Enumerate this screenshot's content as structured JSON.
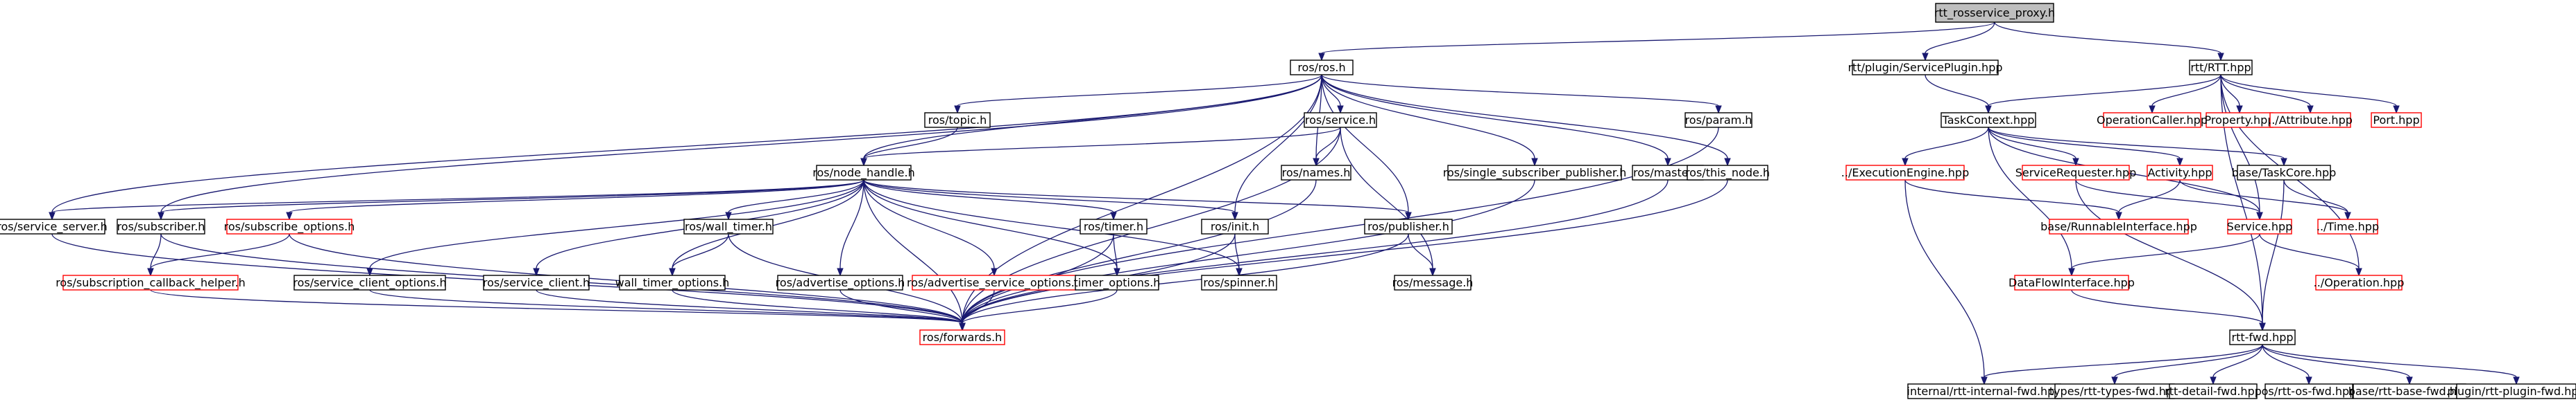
{
  "diagram": {
    "type": "include-dependency-graph",
    "colors": {
      "edge": "#191970",
      "root_fill": "#bfbfbf",
      "default_border": "#000000",
      "missing_border": "#ff0000",
      "label": "#000000"
    },
    "nodes": [
      {
        "id": "root",
        "label": "rtt_rosservice_proxy.h",
        "style": "root"
      },
      {
        "id": "ros_h",
        "label": "ros/ros.h",
        "style": "black"
      },
      {
        "id": "service_plugin",
        "label": "rtt/plugin/ServicePlugin.hpp",
        "style": "black"
      },
      {
        "id": "rtt_hpp",
        "label": "rtt/RTT.hpp",
        "style": "black"
      },
      {
        "id": "topic_h",
        "label": "ros/topic.h",
        "style": "black"
      },
      {
        "id": "service_h",
        "label": "ros/service.h",
        "style": "black"
      },
      {
        "id": "param_h",
        "label": "ros/param.h",
        "style": "black"
      },
      {
        "id": "node_handle",
        "label": "ros/node_handle.h",
        "style": "black"
      },
      {
        "id": "names_h",
        "label": "ros/names.h",
        "style": "black"
      },
      {
        "id": "single_pub",
        "label": "ros/single_subscriber_publisher.h",
        "style": "black"
      },
      {
        "id": "master_h",
        "label": "ros/master.h",
        "style": "black"
      },
      {
        "id": "this_node",
        "label": "ros/this_node.h",
        "style": "black"
      },
      {
        "id": "service_server",
        "label": "ros/service_server.h",
        "style": "black"
      },
      {
        "id": "subscriber",
        "label": "ros/subscriber.h",
        "style": "black"
      },
      {
        "id": "subscribe_opts",
        "label": "ros/subscribe_options.h",
        "style": "red"
      },
      {
        "id": "wall_timer",
        "label": "ros/wall_timer.h",
        "style": "black"
      },
      {
        "id": "timer_h",
        "label": "ros/timer.h",
        "style": "black"
      },
      {
        "id": "init_h",
        "label": "ros/init.h",
        "style": "black"
      },
      {
        "id": "publisher",
        "label": "ros/publisher.h",
        "style": "black"
      },
      {
        "id": "sub_cb_helper",
        "label": "ros/subscription_callback_helper.h",
        "style": "red"
      },
      {
        "id": "svc_client_opts",
        "label": "ros/service_client_options.h",
        "style": "black"
      },
      {
        "id": "svc_client",
        "label": "ros/service_client.h",
        "style": "black"
      },
      {
        "id": "wall_timer_opts",
        "label": "wall_timer_options.h",
        "style": "black"
      },
      {
        "id": "adv_opts",
        "label": "ros/advertise_options.h",
        "style": "black"
      },
      {
        "id": "adv_svc_opts",
        "label": "ros/advertise_service_options.h",
        "style": "red"
      },
      {
        "id": "timer_opts",
        "label": "timer_options.h",
        "style": "black"
      },
      {
        "id": "spinner",
        "label": "ros/spinner.h",
        "style": "black"
      },
      {
        "id": "message_h",
        "label": "ros/message.h",
        "style": "black"
      },
      {
        "id": "forwards",
        "label": "ros/forwards.h",
        "style": "red"
      },
      {
        "id": "task_context",
        "label": "TaskContext.hpp",
        "style": "black"
      },
      {
        "id": "op_caller",
        "label": "OperationCaller.hpp",
        "style": "red"
      },
      {
        "id": "property",
        "label": "Property.hpp",
        "style": "red"
      },
      {
        "id": "attribute",
        "label": "../Attribute.hpp",
        "style": "red"
      },
      {
        "id": "port",
        "label": "Port.hpp",
        "style": "red"
      },
      {
        "id": "exec_engine",
        "label": "../ExecutionEngine.hpp",
        "style": "red"
      },
      {
        "id": "svc_requester",
        "label": "ServiceRequester.hpp",
        "style": "red"
      },
      {
        "id": "activity",
        "label": "Activity.hpp",
        "style": "red"
      },
      {
        "id": "task_core",
        "label": "base/TaskCore.hpp",
        "style": "black"
      },
      {
        "id": "runnable",
        "label": "base/RunnableInterface.hpp",
        "style": "red"
      },
      {
        "id": "service_hpp",
        "label": "Service.hpp",
        "style": "red"
      },
      {
        "id": "time_hpp",
        "label": "../Time.hpp",
        "style": "red"
      },
      {
        "id": "dataflow",
        "label": "DataFlowInterface.hpp",
        "style": "red"
      },
      {
        "id": "operation",
        "label": "../Operation.hpp",
        "style": "red"
      },
      {
        "id": "rtt_fwd",
        "label": "rtt-fwd.hpp",
        "style": "black"
      },
      {
        "id": "internal_fwd",
        "label": "internal/rtt-internal-fwd.hpp",
        "style": "black"
      },
      {
        "id": "types_fwd",
        "label": "types/rtt-types-fwd.hpp",
        "style": "black"
      },
      {
        "id": "detail_fwd",
        "label": "rtt-detail-fwd.hpp",
        "style": "black"
      },
      {
        "id": "os_fwd",
        "label": "os/rtt-os-fwd.hpp",
        "style": "black"
      },
      {
        "id": "base_fwd",
        "label": "base/rtt-base-fwd.hpp",
        "style": "black"
      },
      {
        "id": "plugin_fwd",
        "label": "plugin/rtt-plugin-fwd.hpp",
        "style": "black"
      }
    ],
    "edges": [
      [
        "root",
        "ros_h"
      ],
      [
        "root",
        "service_plugin"
      ],
      [
        "root",
        "rtt_hpp"
      ],
      [
        "ros_h",
        "topic_h"
      ],
      [
        "ros_h",
        "service_h"
      ],
      [
        "ros_h",
        "param_h"
      ],
      [
        "ros_h",
        "node_handle"
      ],
      [
        "ros_h",
        "names_h"
      ],
      [
        "ros_h",
        "single_pub"
      ],
      [
        "ros_h",
        "master_h"
      ],
      [
        "ros_h",
        "this_node"
      ],
      [
        "ros_h",
        "service_server"
      ],
      [
        "ros_h",
        "subscriber"
      ],
      [
        "ros_h",
        "init_h"
      ],
      [
        "ros_h",
        "publisher"
      ],
      [
        "ros_h",
        "forwards"
      ],
      [
        "topic_h",
        "node_handle"
      ],
      [
        "service_h",
        "node_handle"
      ],
      [
        "service_h",
        "names_h"
      ],
      [
        "service_h",
        "message_h"
      ],
      [
        "service_h",
        "forwards"
      ],
      [
        "param_h",
        "forwards"
      ],
      [
        "node_handle",
        "service_server"
      ],
      [
        "node_handle",
        "subscriber"
      ],
      [
        "node_handle",
        "subscribe_opts"
      ],
      [
        "node_handle",
        "wall_timer"
      ],
      [
        "node_handle",
        "timer_h"
      ],
      [
        "node_handle",
        "init_h"
      ],
      [
        "node_handle",
        "publisher"
      ],
      [
        "node_handle",
        "svc_client_opts"
      ],
      [
        "node_handle",
        "svc_client"
      ],
      [
        "node_handle",
        "wall_timer_opts"
      ],
      [
        "node_handle",
        "adv_opts"
      ],
      [
        "node_handle",
        "adv_svc_opts"
      ],
      [
        "node_handle",
        "timer_opts"
      ],
      [
        "node_handle",
        "spinner"
      ],
      [
        "node_handle",
        "forwards"
      ],
      [
        "names_h",
        "forwards"
      ],
      [
        "single_pub",
        "forwards"
      ],
      [
        "master_h",
        "forwards"
      ],
      [
        "this_node",
        "forwards"
      ],
      [
        "service_server",
        "forwards"
      ],
      [
        "subscriber",
        "sub_cb_helper"
      ],
      [
        "subscriber",
        "forwards"
      ],
      [
        "subscribe_opts",
        "sub_cb_helper"
      ],
      [
        "subscribe_opts",
        "forwards"
      ],
      [
        "wall_timer",
        "wall_timer_opts"
      ],
      [
        "wall_timer",
        "forwards"
      ],
      [
        "timer_h",
        "timer_opts"
      ],
      [
        "timer_h",
        "forwards"
      ],
      [
        "init_h",
        "spinner"
      ],
      [
        "init_h",
        "forwards"
      ],
      [
        "publisher",
        "message_h"
      ],
      [
        "publisher",
        "forwards"
      ],
      [
        "sub_cb_helper",
        "forwards"
      ],
      [
        "svc_client_opts",
        "forwards"
      ],
      [
        "svc_client",
        "forwards"
      ],
      [
        "wall_timer_opts",
        "forwards"
      ],
      [
        "adv_opts",
        "forwards"
      ],
      [
        "adv_svc_opts",
        "forwards"
      ],
      [
        "timer_opts",
        "forwards"
      ],
      [
        "service_plugin",
        "task_context"
      ],
      [
        "rtt_hpp",
        "task_context"
      ],
      [
        "rtt_hpp",
        "op_caller"
      ],
      [
        "rtt_hpp",
        "property"
      ],
      [
        "rtt_hpp",
        "attribute"
      ],
      [
        "rtt_hpp",
        "port"
      ],
      [
        "rtt_hpp",
        "service_hpp"
      ],
      [
        "rtt_hpp",
        "operation"
      ],
      [
        "rtt_hpp",
        "rtt_fwd"
      ],
      [
        "task_context",
        "exec_engine"
      ],
      [
        "task_context",
        "svc_requester"
      ],
      [
        "task_context",
        "activity"
      ],
      [
        "task_context",
        "task_core"
      ],
      [
        "task_context",
        "service_hpp"
      ],
      [
        "task_context",
        "dataflow"
      ],
      [
        "exec_engine",
        "runnable"
      ],
      [
        "exec_engine",
        "internal_fwd"
      ],
      [
        "svc_requester",
        "service_hpp"
      ],
      [
        "svc_requester",
        "rtt_fwd"
      ],
      [
        "activity",
        "runnable"
      ],
      [
        "activity",
        "time_hpp"
      ],
      [
        "task_core",
        "time_hpp"
      ],
      [
        "task_core",
        "rtt_fwd"
      ],
      [
        "service_hpp",
        "dataflow"
      ],
      [
        "service_hpp",
        "operation"
      ],
      [
        "dataflow",
        "rtt_fwd"
      ],
      [
        "rtt_fwd",
        "internal_fwd"
      ],
      [
        "rtt_fwd",
        "types_fwd"
      ],
      [
        "rtt_fwd",
        "detail_fwd"
      ],
      [
        "rtt_fwd",
        "os_fwd"
      ],
      [
        "rtt_fwd",
        "base_fwd"
      ],
      [
        "rtt_fwd",
        "plugin_fwd"
      ]
    ]
  }
}
